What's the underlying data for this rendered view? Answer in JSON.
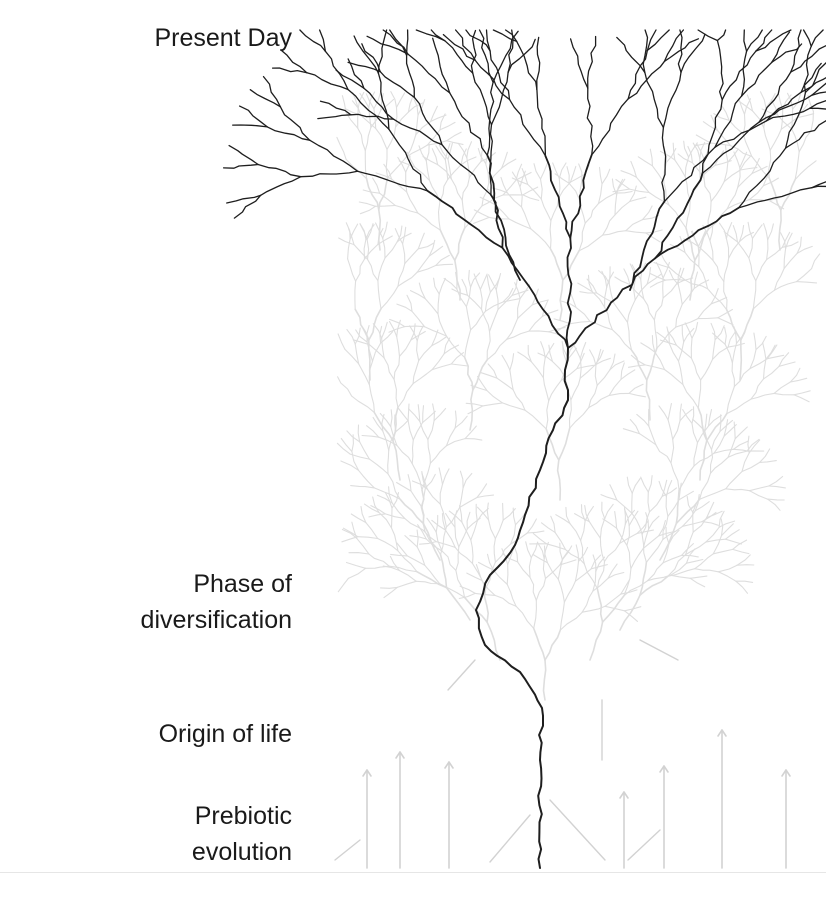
{
  "labels": {
    "present_day": "Present Day",
    "phase_of_diversification": [
      "Phase of",
      "diversification"
    ],
    "origin_of_life": "Origin of life",
    "prebiotic_evolution": [
      "Prebiotic",
      "evolution"
    ]
  },
  "colors": {
    "main_lineage": "#1e1e1e",
    "background_branches": "#dedede",
    "prebiotic_arrows": "#d2d2d2",
    "text": "#1a1a1a"
  }
}
